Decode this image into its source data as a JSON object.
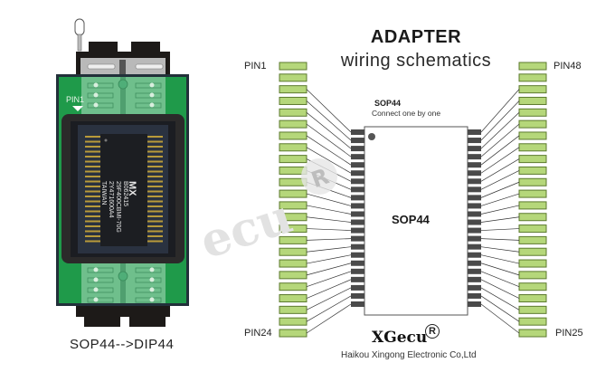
{
  "header": {
    "title": "ADAPTER",
    "subtitle": "wiring schematics"
  },
  "adapter_photo": {
    "pin1_marker": "PIN1",
    "caption": "SOP44-->DIP44",
    "chip_marking": [
      "MX",
      "B062415",
      "29F400CBMI-70G",
      "2Y471600A4",
      "TAIWAN"
    ],
    "watermark": "ecu",
    "colors": {
      "pcb": "#1f9a4a",
      "pcb_inner": "#6fbf8c",
      "socket": "#2b2b2b",
      "latch": "#1a1a1a"
    }
  },
  "schematic": {
    "left_top_label": "PIN1",
    "left_bottom_label": "PIN24",
    "right_top_label": "PIN48",
    "right_bottom_label": "PIN25",
    "chip_title": "SOP44",
    "chip_note": "Connect one by one",
    "chip_body_label": "SOP44",
    "dip_pins_per_side": 24,
    "sop_pins_per_side": 22,
    "colors": {
      "dip_pin_fill": "#b5d77a",
      "dip_pin_border": "#5c7a2e",
      "sop_pin": "#4a4a4a",
      "wire": "#333333"
    }
  },
  "footer": {
    "brand": "XGecu",
    "registered_mark": "R",
    "company": "Haikou Xingong Electronic Co,Ltd"
  }
}
